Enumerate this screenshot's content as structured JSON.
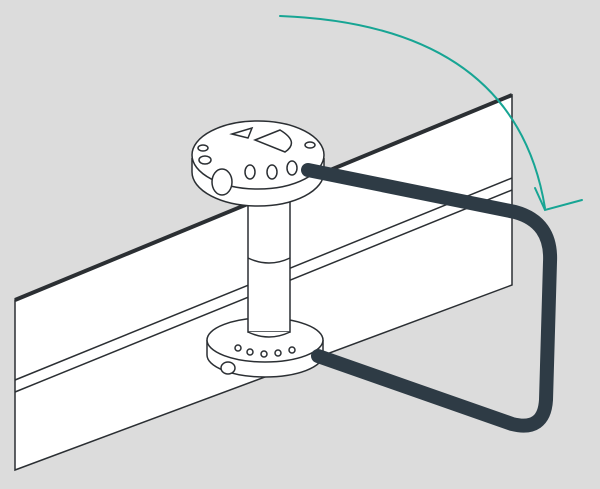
{
  "illustration": {
    "colors": {
      "background": "#dcdcdc",
      "outline": "#2b2f33",
      "handle": "#2e3b45",
      "arrow": "#17a594",
      "fill": "#ffffff"
    },
    "parts": [
      "rail",
      "post",
      "top-knob",
      "bottom-knob",
      "u-handle",
      "rotation-arrow"
    ]
  }
}
